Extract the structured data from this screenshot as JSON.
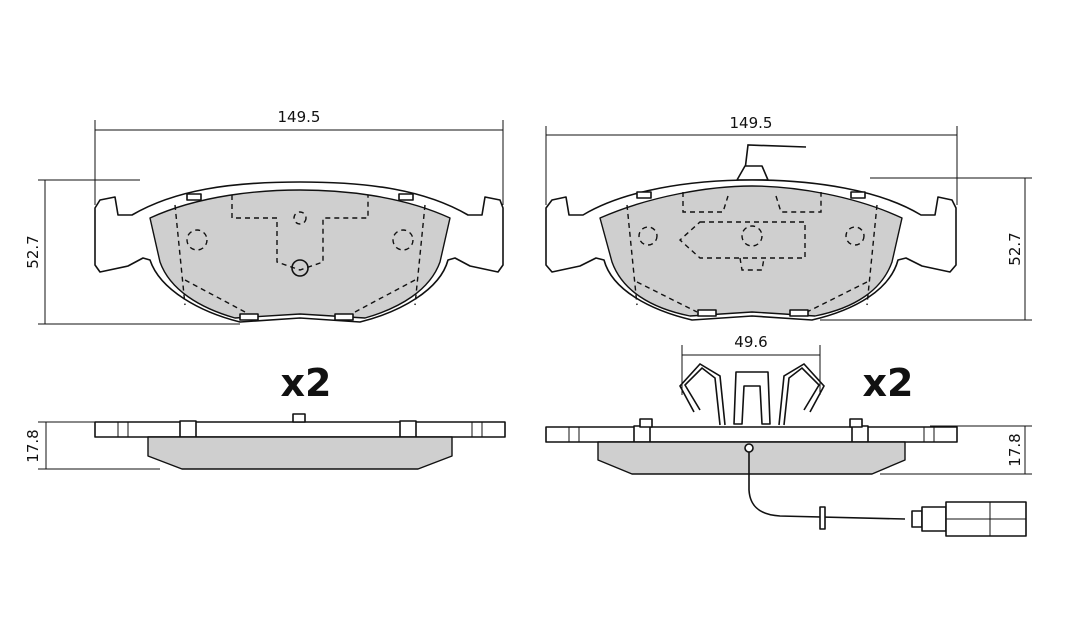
{
  "dimensions": {
    "left_width": "149.5",
    "left_height": "52.7",
    "left_thickness": "17.8",
    "right_width": "149.5",
    "right_height": "52.7",
    "right_thickness": "17.8",
    "spring_width": "49.6"
  },
  "quantity": {
    "left": "x2",
    "right": "x2"
  },
  "colors": {
    "friction_material": "#cfcfcf",
    "line": "#111111"
  }
}
